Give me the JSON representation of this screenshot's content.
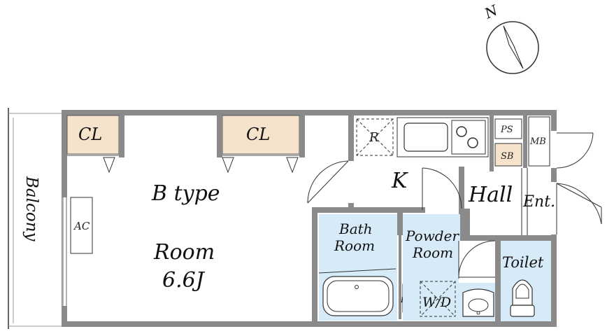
{
  "compass": {
    "letter": "N"
  },
  "rooms": {
    "closet_left": "CL",
    "closet_center": "CL",
    "unit_type": "B type",
    "room": "Room",
    "room_size": "6.6J",
    "balcony": "Balcony",
    "aircon": "AC",
    "refrigerator": "R",
    "kitchen": "K",
    "hall": "Hall",
    "entrance": "Ent.",
    "pipe_space_top": "PS",
    "meter_box": "MB",
    "shoe_box": "SB",
    "bath_line1": "Bath",
    "bath_line2": "Room",
    "powder_line1": "Powder",
    "powder_line2": "Room",
    "toilet": "Toilet",
    "washer": "W/D",
    "pipe_space_small": "PS"
  },
  "colors": {
    "wall": "#8a8a8a",
    "wall_dark": "#555555",
    "closet_fill": "#f6e3cc",
    "wet_area_fill": "#d6eaf8",
    "shoe_box_fill": "#f6e3cc"
  }
}
